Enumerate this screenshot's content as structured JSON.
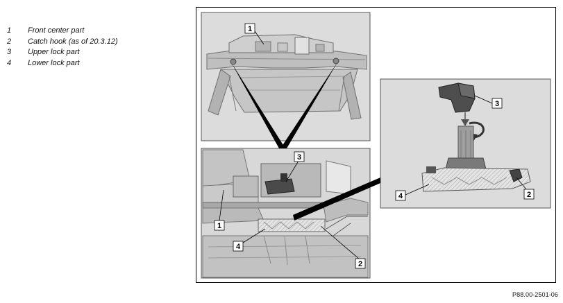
{
  "legend": [
    {
      "num": "1",
      "text": "Front center part"
    },
    {
      "num": "2",
      "text": "Catch hook (as of 20.3.12)"
    },
    {
      "num": "3",
      "text": "Upper lock part"
    },
    {
      "num": "4",
      "text": "Lower lock part"
    }
  ],
  "figure": {
    "callouts": {
      "top_1": "1",
      "bottom_1": "1",
      "bottom_2": "2",
      "bottom_3": "3",
      "bottom_4": "4",
      "right_2": "2",
      "right_3": "3",
      "right_4": "4"
    },
    "reference_code": "P88.00-2501-06"
  }
}
